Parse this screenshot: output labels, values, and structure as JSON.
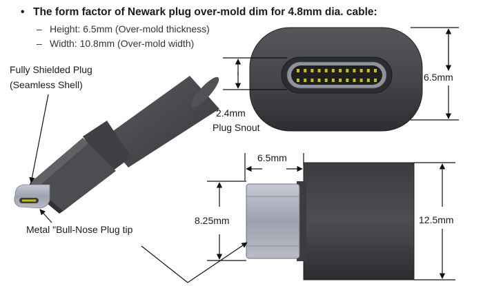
{
  "heading": {
    "bullet": "•",
    "text": "The form factor of Newark plug over-mold dim for 4.8mm dia. cable:",
    "sub_items": [
      {
        "dash": "–",
        "text": "Height: 6.5mm (Over-mold thickness)"
      },
      {
        "dash": "–",
        "text": "Width: 10.8mm (Over-mold width)"
      }
    ]
  },
  "labels": {
    "shielded_line1": "Fully Shielded Plug",
    "shielded_line2": "(Seamless Shell)",
    "bullnose": "Metal \"Bull-Nose Plug tip",
    "snout_value": "2.4mm",
    "snout_text": "Plug Snout"
  },
  "dimensions": {
    "front_height": "6.5mm",
    "snout_length": "6.5mm",
    "plug_height": "8.25mm",
    "overmold_height": "12.5mm"
  },
  "colors": {
    "overmold": "#4a4c50",
    "overmold_dark": "#2e3033",
    "metal": "#b4b8c4",
    "contacts": "#c8c000"
  }
}
